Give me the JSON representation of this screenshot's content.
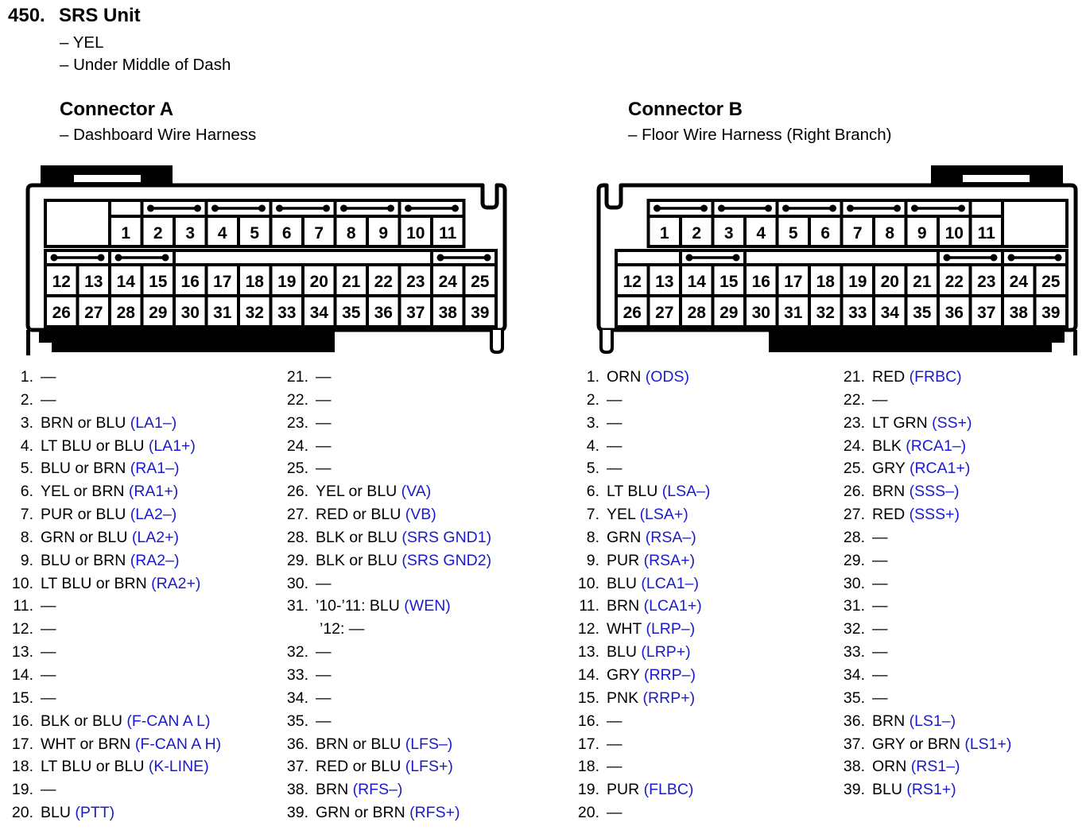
{
  "page": {
    "background": "#ffffff",
    "accent_blue": "#1b1bcd",
    "text_color": "#000000"
  },
  "title": {
    "number": "450.",
    "name": "SRS Unit",
    "notes": [
      "– YEL",
      "– Under Middle of Dash"
    ]
  },
  "connectors": [
    {
      "id": "A",
      "heading": "Connector A",
      "subheading": "– Dashboard Wire Harness",
      "diagram": {
        "mirror": false,
        "row1_start_cell": 2,
        "row1": [
          1,
          2,
          3,
          4,
          5,
          6,
          7,
          8,
          9,
          10,
          11
        ],
        "row2": [
          12,
          13,
          14,
          15,
          16,
          17,
          18,
          19,
          20,
          21,
          22,
          23,
          24,
          25
        ],
        "row3": [
          26,
          27,
          28,
          29,
          30,
          31,
          32,
          33,
          34,
          35,
          36,
          37,
          38,
          39
        ],
        "bridges_top": [
          [
            2,
            3
          ],
          [
            4,
            5
          ],
          [
            6,
            7
          ],
          [
            8,
            9
          ],
          [
            10,
            11
          ]
        ],
        "bridges_mid": [
          [
            12,
            13
          ],
          [
            14,
            15
          ],
          [
            24,
            25
          ]
        ]
      },
      "pins": [
        {
          "n": "1.",
          "t": "—"
        },
        {
          "n": "2.",
          "t": "—"
        },
        {
          "n": "3.",
          "t": "BRN or BLU",
          "s": "(LA1–)"
        },
        {
          "n": "4.",
          "t": "LT BLU or BLU",
          "s": "(LA1+)"
        },
        {
          "n": "5.",
          "t": "BLU or BRN",
          "s": "(RA1–)"
        },
        {
          "n": "6.",
          "t": "YEL or BRN",
          "s": "(RA1+)"
        },
        {
          "n": "7.",
          "t": "PUR or BLU",
          "s": "(LA2–)"
        },
        {
          "n": "8.",
          "t": "GRN or BLU",
          "s": "(LA2+)"
        },
        {
          "n": "9.",
          "t": "BLU or BRN",
          "s": "(RA2–)"
        },
        {
          "n": "10.",
          "t": "LT BLU or BRN",
          "s": "(RA2+)"
        },
        {
          "n": "11.",
          "t": "—"
        },
        {
          "n": "12.",
          "t": "—"
        },
        {
          "n": "13.",
          "t": "—"
        },
        {
          "n": "14.",
          "t": "—"
        },
        {
          "n": "15.",
          "t": "—"
        },
        {
          "n": "16.",
          "t": "BLK or BLU",
          "s": "(F-CAN A L)"
        },
        {
          "n": "17.",
          "t": "WHT or BRN",
          "s": "(F-CAN A H)"
        },
        {
          "n": "18.",
          "t": "LT BLU or BLU",
          "s": "(K-LINE)"
        },
        {
          "n": "19.",
          "t": "—"
        },
        {
          "n": "20.",
          "t": "BLU",
          "s": "(PTT)"
        },
        {
          "n": "21.",
          "t": "—"
        },
        {
          "n": "22.",
          "t": "—"
        },
        {
          "n": "23.",
          "t": "—"
        },
        {
          "n": "24.",
          "t": "—"
        },
        {
          "n": "25.",
          "t": "—"
        },
        {
          "n": "26.",
          "t": "YEL or BLU",
          "s": "(VA)"
        },
        {
          "n": "27.",
          "t": "RED or BLU",
          "s": "(VB)"
        },
        {
          "n": "28.",
          "t": "BLK or BLU",
          "s": "(SRS GND1)"
        },
        {
          "n": "29.",
          "t": "BLK or BLU",
          "s": "(SRS GND2)"
        },
        {
          "n": "30.",
          "t": "—"
        },
        {
          "n": "31.",
          "t": "’10-’11: BLU",
          "s": "(WEN)",
          "extra": "’12: —"
        },
        {
          "n": "32.",
          "t": "—"
        },
        {
          "n": "33.",
          "t": "—"
        },
        {
          "n": "34.",
          "t": "—"
        },
        {
          "n": "35.",
          "t": "—"
        },
        {
          "n": "36.",
          "t": "BRN or BLU",
          "s": "(LFS–)"
        },
        {
          "n": "37.",
          "t": "RED or BLU",
          "s": "(LFS+)"
        },
        {
          "n": "38.",
          "t": "BRN",
          "s": "(RFS–)"
        },
        {
          "n": "39.",
          "t": "GRN or BRN",
          "s": "(RFS+)"
        }
      ]
    },
    {
      "id": "B",
      "heading": "Connector B",
      "subheading": "– Floor Wire Harness (Right Branch)",
      "diagram": {
        "mirror": true,
        "row1_start_cell": 1,
        "row1": [
          1,
          2,
          3,
          4,
          5,
          6,
          7,
          8,
          9,
          10,
          11
        ],
        "row2": [
          12,
          13,
          14,
          15,
          16,
          17,
          18,
          19,
          20,
          21,
          22,
          23,
          24,
          25
        ],
        "row3": [
          26,
          27,
          28,
          29,
          30,
          31,
          32,
          33,
          34,
          35,
          36,
          37,
          38,
          39
        ],
        "bridges_top": [
          [
            1,
            2
          ],
          [
            3,
            4
          ],
          [
            5,
            6
          ],
          [
            7,
            8
          ],
          [
            9,
            10
          ]
        ],
        "bridges_mid": [
          [
            14,
            15
          ],
          [
            22,
            23
          ],
          [
            24,
            25
          ]
        ]
      },
      "pins": [
        {
          "n": "1.",
          "t": "ORN",
          "s": "(ODS)"
        },
        {
          "n": "2.",
          "t": "—"
        },
        {
          "n": "3.",
          "t": "—"
        },
        {
          "n": "4.",
          "t": "—"
        },
        {
          "n": "5.",
          "t": "—"
        },
        {
          "n": "6.",
          "t": "LT BLU",
          "s": "(LSA–)"
        },
        {
          "n": "7.",
          "t": "YEL",
          "s": "(LSA+)"
        },
        {
          "n": "8.",
          "t": "GRN",
          "s": "(RSA–)"
        },
        {
          "n": "9.",
          "t": "PUR",
          "s": "(RSA+)"
        },
        {
          "n": "10.",
          "t": "BLU",
          "s": "(LCA1–)"
        },
        {
          "n": "11.",
          "t": "BRN",
          "s": "(LCA1+)"
        },
        {
          "n": "12.",
          "t": "WHT",
          "s": "(LRP–)"
        },
        {
          "n": "13.",
          "t": "BLU",
          "s": "(LRP+)"
        },
        {
          "n": "14.",
          "t": "GRY",
          "s": "(RRP–)"
        },
        {
          "n": "15.",
          "t": "PNK",
          "s": "(RRP+)"
        },
        {
          "n": "16.",
          "t": "—"
        },
        {
          "n": "17.",
          "t": "—"
        },
        {
          "n": "18.",
          "t": "—"
        },
        {
          "n": "19.",
          "t": "PUR",
          "s": "(FLBC)"
        },
        {
          "n": "20.",
          "t": "—"
        },
        {
          "n": "21.",
          "t": "RED",
          "s": "(FRBC)"
        },
        {
          "n": "22.",
          "t": "—"
        },
        {
          "n": "23.",
          "t": "LT GRN",
          "s": "(SS+)"
        },
        {
          "n": "24.",
          "t": "BLK",
          "s": "(RCA1–)"
        },
        {
          "n": "25.",
          "t": "GRY",
          "s": "(RCA1+)"
        },
        {
          "n": "26.",
          "t": "BRN",
          "s": "(SSS–)"
        },
        {
          "n": "27.",
          "t": "RED",
          "s": "(SSS+)"
        },
        {
          "n": "28.",
          "t": "—"
        },
        {
          "n": "29.",
          "t": "—"
        },
        {
          "n": "30.",
          "t": "—"
        },
        {
          "n": "31.",
          "t": "—"
        },
        {
          "n": "32.",
          "t": "—"
        },
        {
          "n": "33.",
          "t": "—"
        },
        {
          "n": "34.",
          "t": "—"
        },
        {
          "n": "35.",
          "t": "—"
        },
        {
          "n": "36.",
          "t": "BRN",
          "s": "(LS1–)"
        },
        {
          "n": "37.",
          "t": "GRY or BRN",
          "s": "(LS1+)"
        },
        {
          "n": "38.",
          "t": "ORN",
          "s": "(RS1–)"
        },
        {
          "n": "39.",
          "t": "BLU",
          "s": "(RS1+)"
        }
      ]
    }
  ]
}
